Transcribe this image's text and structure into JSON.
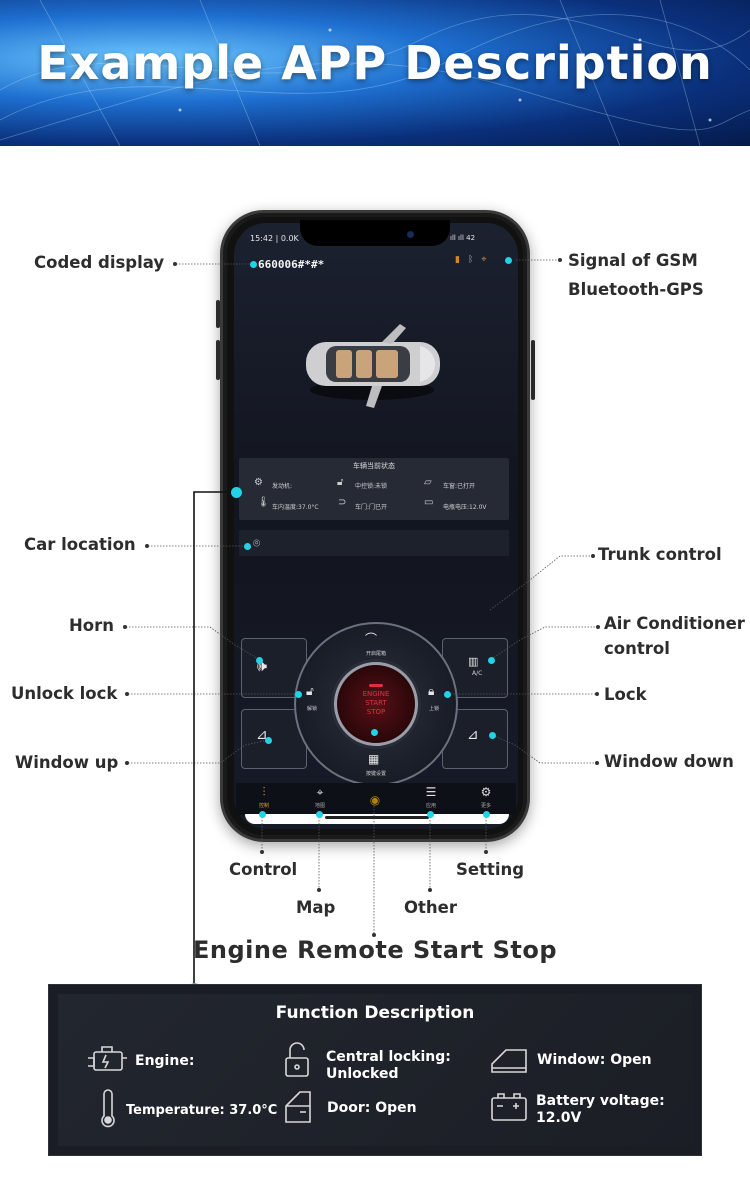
{
  "banner": {
    "title": "Example APP Description"
  },
  "phone": {
    "status_time": "15:42 | 0.0K",
    "status_right": "ıll ıll 42",
    "coded_display": "660006#*#*",
    "panel_title": "车辆当前状态",
    "panel_items": [
      {
        "icon": "engine-icon",
        "label": "发动机:"
      },
      {
        "icon": "lock-icon",
        "label": "中控锁:未锁"
      },
      {
        "icon": "window-icon",
        "label": "车窗:已打开"
      },
      {
        "icon": "thermometer-icon",
        "label": "车内温度:37.0°C"
      },
      {
        "icon": "door-icon",
        "label": "车门:门已开"
      },
      {
        "icon": "battery-icon",
        "label": "电瓶电压:12.0V"
      }
    ],
    "ring": {
      "trunk_label": "开启尾箱",
      "unlock_label": "解锁",
      "lock_label": "上锁",
      "engine_line1": "ENGINE",
      "engine_line2": "START",
      "engine_line3": "STOP",
      "setting_label": "按键设置",
      "ac_label": "A/C"
    },
    "nav": [
      {
        "icon": "control-icon",
        "label": "控制"
      },
      {
        "icon": "map-pin-icon",
        "label": "地图"
      },
      {
        "icon": "car-lock-icon",
        "label": ""
      },
      {
        "icon": "list-icon",
        "label": "应用"
      },
      {
        "icon": "gear-icon",
        "label": "更多"
      }
    ]
  },
  "annotations": {
    "coded_display": "Coded display",
    "signal_line1": "Signal  of GSM",
    "signal_line2": "Bluetooth-GPS",
    "car_location": "Car location",
    "trunk_control": "Trunk control",
    "horn": "Horn",
    "ac_line1": "Air Conditioner",
    "ac_line2": "control",
    "unlock_lock": "Unlock lock",
    "lock": "Lock",
    "window_up": "Window up",
    "window_down": "Window down",
    "control": "Control",
    "setting": "Setting",
    "map": "Map",
    "other": "Other"
  },
  "engine_caption": "Engine Remote Start Stop",
  "function_description": {
    "title": "Function Description",
    "engine": "Engine:",
    "central_locking_line1": "Central locking:",
    "central_locking_line2": "Unlocked",
    "window": "Window: Open",
    "temperature": "Temperature: 37.0°C",
    "door": "Door: Open",
    "battery_line1": "Battery voltage:",
    "battery_line2": "12.0V"
  },
  "colors": {
    "accent": "#22d3e6",
    "engine_red": "#e03040",
    "nav_active": "#e8a020"
  }
}
